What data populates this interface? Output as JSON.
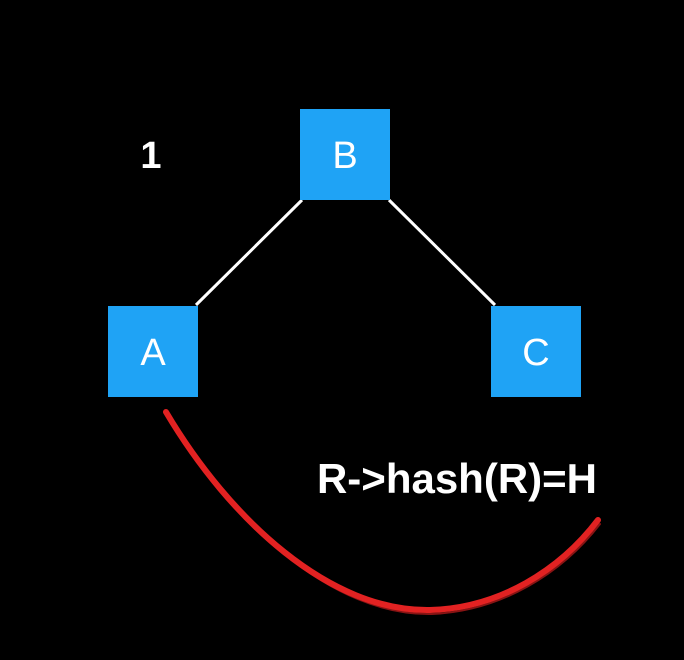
{
  "step_number": "1",
  "formula": "R->hash(R)=H",
  "nodes": {
    "a": {
      "label": "A"
    },
    "b": {
      "label": "B"
    },
    "c": {
      "label": "C"
    }
  },
  "colors": {
    "background": "#000000",
    "node_fill": "#1fa3f5",
    "text": "#ffffff",
    "edge": "#ffffff",
    "arc": "#e22222"
  }
}
